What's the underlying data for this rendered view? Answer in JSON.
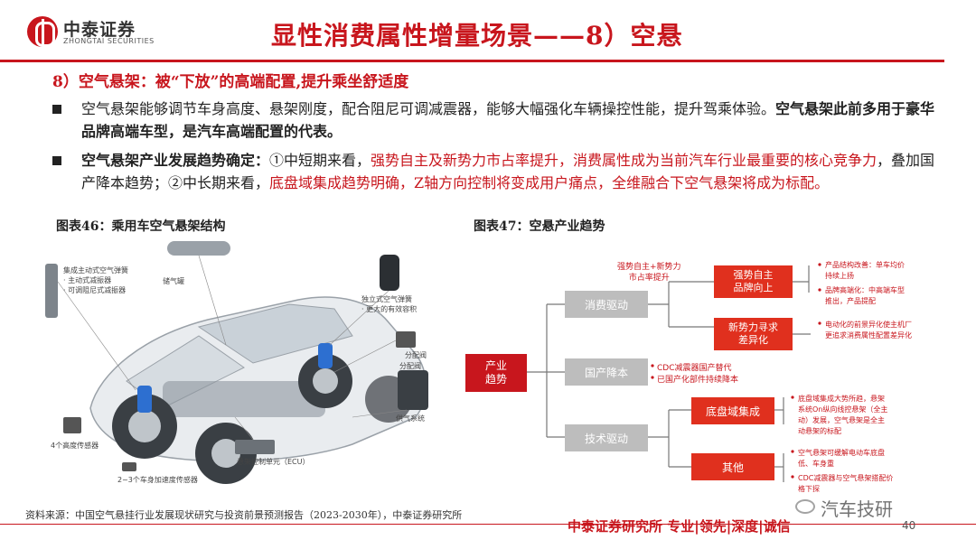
{
  "header": {
    "logo_cn": "中泰证券",
    "logo_en": "ZHONGTAI SECURITIES",
    "title": "显性消费属性增量场景——8）空悬"
  },
  "headline": "8）空气悬架：被“下放”的高端配置,提升乘坐舒适度",
  "bullets": {
    "b1_normal": "空气悬架能够调节车身高度、悬架刚度，配合阻尼可调减震器，能够大幅强化车辆操控性能，提升驾乘体验。",
    "b1_bold": "空气悬架此前多用于豪华品牌高端车型，是汽车高端配置的代表。",
    "b2_bold": "空气悬架产业发展趋势确定：",
    "b2_a": "①中短期来看，",
    "b2_red1": "强势自主及新势力市占率提升，消费属性成为当前汽车行业最重要的核心竞争力",
    "b2_b": "，叠加国产降本趋势；②中长期来看，",
    "b2_red2": "底盘域集成趋势明确，Z轴方向控制将变成用户痛点，全维融合下空气悬架将成为标配。"
  },
  "figures": {
    "fig46": "图表46：乘用车空气悬架结构",
    "fig47": "图表47：空悬产业趋势"
  },
  "car_labels": {
    "l1": "集成主动式空气弹簧",
    "l2": "· 主动式减振器",
    "l3": "· 可调阻尼式减振器",
    "l4": "储气罐",
    "l5": "独立式空气弹簧",
    "l6": "· 更大的有效容积",
    "l7": "分配阀",
    "l8": "分配阀",
    "l9": "供气系统",
    "l10": "4个高度传感器",
    "l11": "悬架控制单元（ECU）",
    "l12": "2~3个车身加速度传感器"
  },
  "flow": {
    "root": "产业\n趋势",
    "mid1": "消费驱动",
    "mid2": "国产降本",
    "mid3": "技术驱动",
    "right1": "强势自主\n品牌向上",
    "right2": "新势力寻求\n差异化",
    "right3": "底盘域集成",
    "right4": "其他",
    "note_top": "强势自主+新势力\n市占率提升",
    "note_mid2_a": "CDC减震器国产替代",
    "note_mid2_b": "已国产化部件持续降本",
    "note_r1_a": "产品结构改善：单车均价",
    "note_r1_b": "持续上扬",
    "note_r1_c": "品牌高端化：中高端车型",
    "note_r1_d": "推出，产品提配",
    "note_r2_a": "电动化的前景异化使主机厂",
    "note_r2_b": "更追求消费属性配置差异化",
    "note_r3_a": "底盘域集成大势所趋，悬架",
    "note_r3_b": "系统On纵向线控悬架（全主",
    "note_r3_c": "动）发展，空气悬架是全主",
    "note_r3_d": "动悬架的标配",
    "note_r4_a": "空气悬架可缓解电动车底盘",
    "note_r4_b": "低、车身重",
    "note_r4_c": "CDC减震器与空气悬架搭配价",
    "note_r4_d": "格下探"
  },
  "footer": {
    "source": "资料来源：中国空气悬挂行业发展现状研究与投资前景预测报告（2023-2030年），中泰证券研究所",
    "brand": "中泰证券研究所 专业|领先|深度|诚信",
    "page": "40",
    "watermark": "汽车技研"
  },
  "colors": {
    "brand_red": "#c8161d",
    "box_grey": "#bdbdbd",
    "box_red": "#e0301e"
  }
}
